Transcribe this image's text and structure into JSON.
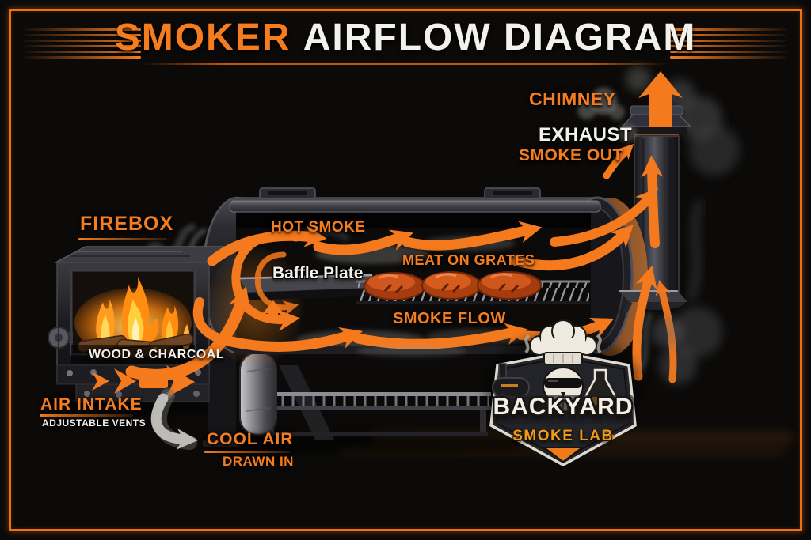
{
  "title": {
    "highlight": "SMOKER",
    "rest": "AIRFLOW DIAGRAM"
  },
  "labels": {
    "chimney": "CHIMNEY",
    "exhaust": "EXHAUST",
    "smoke_out": "SMOKE OUT",
    "firebox": "FIREBOX",
    "hot_smoke": "HOT SMOKE",
    "baffle_plate": "Baffle Plate",
    "meat_on_grates": "MEAT ON GRATES",
    "smoke_flow": "SMOKE FLOW",
    "wood_charcoal": "WOOD & CHARCOAL",
    "air_intake": "AIR INTAKE",
    "adjustable_vents": "ADJUSTABLE VENTS",
    "cool_air": "COOL AIR",
    "drawn_in": "DRAWN IN"
  },
  "logo": {
    "name": "BACKYARD",
    "sub": "SMOKE LAB"
  },
  "colors": {
    "accent_orange": "#f57d1f",
    "frame_orange": "#ee7012",
    "text_white": "#f3f1ec",
    "background": "#0b0a09",
    "flame_yellow": "#ffcf3e",
    "meat_red": "#c2531f",
    "smoke_gray": "#8a8a8a",
    "logo_gold": "#f2991b"
  }
}
